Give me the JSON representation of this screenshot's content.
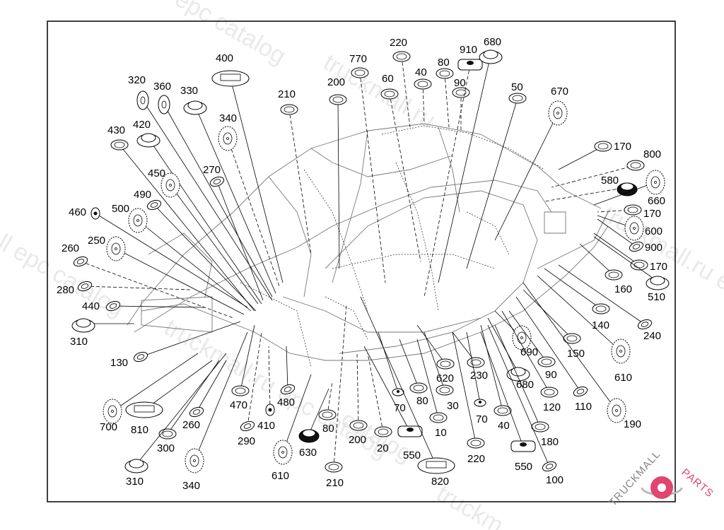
{
  "diagram": {
    "title": "Body shell plugs and grommets exploded view",
    "colors": {
      "line": "#000000",
      "watermark": "#d8d8d8",
      "logo_primary": "#e0466e",
      "logo_secondary": "#999999"
    },
    "callouts": [
      {
        "label": "400",
        "shape": "oval-large"
      },
      {
        "label": "320",
        "shape": "oval-tall"
      },
      {
        "label": "360",
        "shape": "oval-tall"
      },
      {
        "label": "330",
        "shape": "plug-domed"
      },
      {
        "label": "340",
        "shape": "disc"
      },
      {
        "label": "430",
        "shape": "plug-flat"
      },
      {
        "label": "420",
        "shape": "plug-domed"
      },
      {
        "label": "450",
        "shape": "disc"
      },
      {
        "label": "270",
        "shape": "clip"
      },
      {
        "label": "490",
        "shape": "clip"
      },
      {
        "label": "460",
        "shape": "disc-small"
      },
      {
        "label": "500",
        "shape": "disc"
      },
      {
        "label": "250",
        "shape": "disc"
      },
      {
        "label": "260",
        "shape": "clip"
      },
      {
        "label": "280",
        "shape": "clip"
      },
      {
        "label": "440",
        "shape": "clip"
      },
      {
        "label": "310",
        "shape": "plug-domed"
      },
      {
        "label": "130",
        "shape": "clip"
      },
      {
        "label": "210",
        "shape": "plug-flat"
      },
      {
        "label": "200",
        "shape": "plug-flat"
      },
      {
        "label": "770",
        "shape": "plug-flat"
      },
      {
        "label": "220",
        "shape": "plug-flat"
      },
      {
        "label": "60",
        "shape": "plug-flat"
      },
      {
        "label": "40",
        "shape": "plug-flat"
      },
      {
        "label": "80",
        "shape": "plug-flat"
      },
      {
        "label": "90",
        "shape": "plug-flat"
      },
      {
        "label": "910",
        "shape": "block"
      },
      {
        "label": "680",
        "shape": "plug-domed"
      },
      {
        "label": "50",
        "shape": "plug-flat"
      },
      {
        "label": "670",
        "shape": "disc"
      },
      {
        "label": "170",
        "shape": "plug-flat"
      },
      {
        "label": "800",
        "shape": "plug-flat"
      },
      {
        "label": "580",
        "shape": "plug-dark"
      },
      {
        "label": "660",
        "shape": "disc"
      },
      {
        "label": "170",
        "shape": "plug-flat"
      },
      {
        "label": "600",
        "shape": "disc"
      },
      {
        "label": "900",
        "shape": "clip"
      },
      {
        "label": "170",
        "shape": "plug-flat"
      },
      {
        "label": "160",
        "shape": "plug-flat"
      },
      {
        "label": "510",
        "shape": "plug-domed"
      },
      {
        "label": "140",
        "shape": "plug-flat"
      },
      {
        "label": "240",
        "shape": "clip"
      },
      {
        "label": "690",
        "shape": "disc"
      },
      {
        "label": "150",
        "shape": "plug-flat"
      },
      {
        "label": "610",
        "shape": "disc"
      },
      {
        "label": "90",
        "shape": "plug-flat"
      },
      {
        "label": "680",
        "shape": "plug-domed"
      },
      {
        "label": "120",
        "shape": "plug-flat"
      },
      {
        "label": "110",
        "shape": "clip"
      },
      {
        "label": "190",
        "shape": "disc"
      },
      {
        "label": "620",
        "shape": "plug-flat"
      },
      {
        "label": "230",
        "shape": "plug-flat"
      },
      {
        "label": "70",
        "shape": "plug-small"
      },
      {
        "label": "80",
        "shape": "plug-flat"
      },
      {
        "label": "30",
        "shape": "plug-flat"
      },
      {
        "label": "10",
        "shape": "plug-flat"
      },
      {
        "label": "70",
        "shape": "plug-small"
      },
      {
        "label": "40",
        "shape": "plug-flat"
      },
      {
        "label": "180",
        "shape": "plug-flat"
      },
      {
        "label": "220",
        "shape": "plug-flat"
      },
      {
        "label": "550",
        "shape": "block"
      },
      {
        "label": "100",
        "shape": "clip"
      },
      {
        "label": "550",
        "shape": "block"
      },
      {
        "label": "820",
        "shape": "oval-large"
      },
      {
        "label": "20",
        "shape": "plug-flat"
      },
      {
        "label": "200",
        "shape": "plug-flat"
      },
      {
        "label": "80",
        "shape": "plug-flat"
      },
      {
        "label": "210",
        "shape": "plug-flat"
      },
      {
        "label": "630",
        "shape": "plug-dark"
      },
      {
        "label": "610",
        "shape": "disc"
      },
      {
        "label": "480",
        "shape": "clip"
      },
      {
        "label": "410",
        "shape": "disc-small"
      },
      {
        "label": "470",
        "shape": "plug-flat"
      },
      {
        "label": "290",
        "shape": "clip"
      },
      {
        "label": "700",
        "shape": "disc"
      },
      {
        "label": "810",
        "shape": "oval-large"
      },
      {
        "label": "260",
        "shape": "clip"
      },
      {
        "label": "300",
        "shape": "plug-flat"
      },
      {
        "label": "310",
        "shape": "plug-domed"
      },
      {
        "label": "340",
        "shape": "disc"
      }
    ]
  },
  "watermarks": [
    "epc catalog",
    "truckmall.ru",
    "ll epc catalog",
    "truckmall.ru epc catalog",
    "catalog",
    "truckmall.ru e",
    "truckm"
  ],
  "logo": {
    "text_dark": "TRUCKMALL",
    "text_accent": "PARTS"
  }
}
